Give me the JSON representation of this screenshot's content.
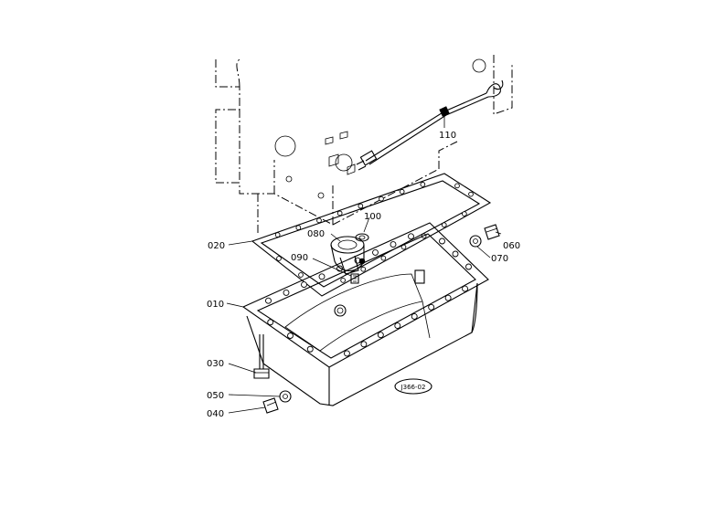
{
  "diagram": {
    "stamp": "J366-02",
    "parts": [
      {
        "id": "p110",
        "code": "110"
      },
      {
        "id": "p100",
        "code": "100"
      },
      {
        "id": "p080",
        "code": "080"
      },
      {
        "id": "p090",
        "code": "090"
      },
      {
        "id": "p020",
        "code": "020"
      },
      {
        "id": "p060",
        "code": "060"
      },
      {
        "id": "p070",
        "code": "070"
      },
      {
        "id": "p010",
        "code": "010"
      },
      {
        "id": "p030",
        "code": "030"
      },
      {
        "id": "p050",
        "code": "050"
      },
      {
        "id": "p040",
        "code": "040"
      }
    ]
  }
}
